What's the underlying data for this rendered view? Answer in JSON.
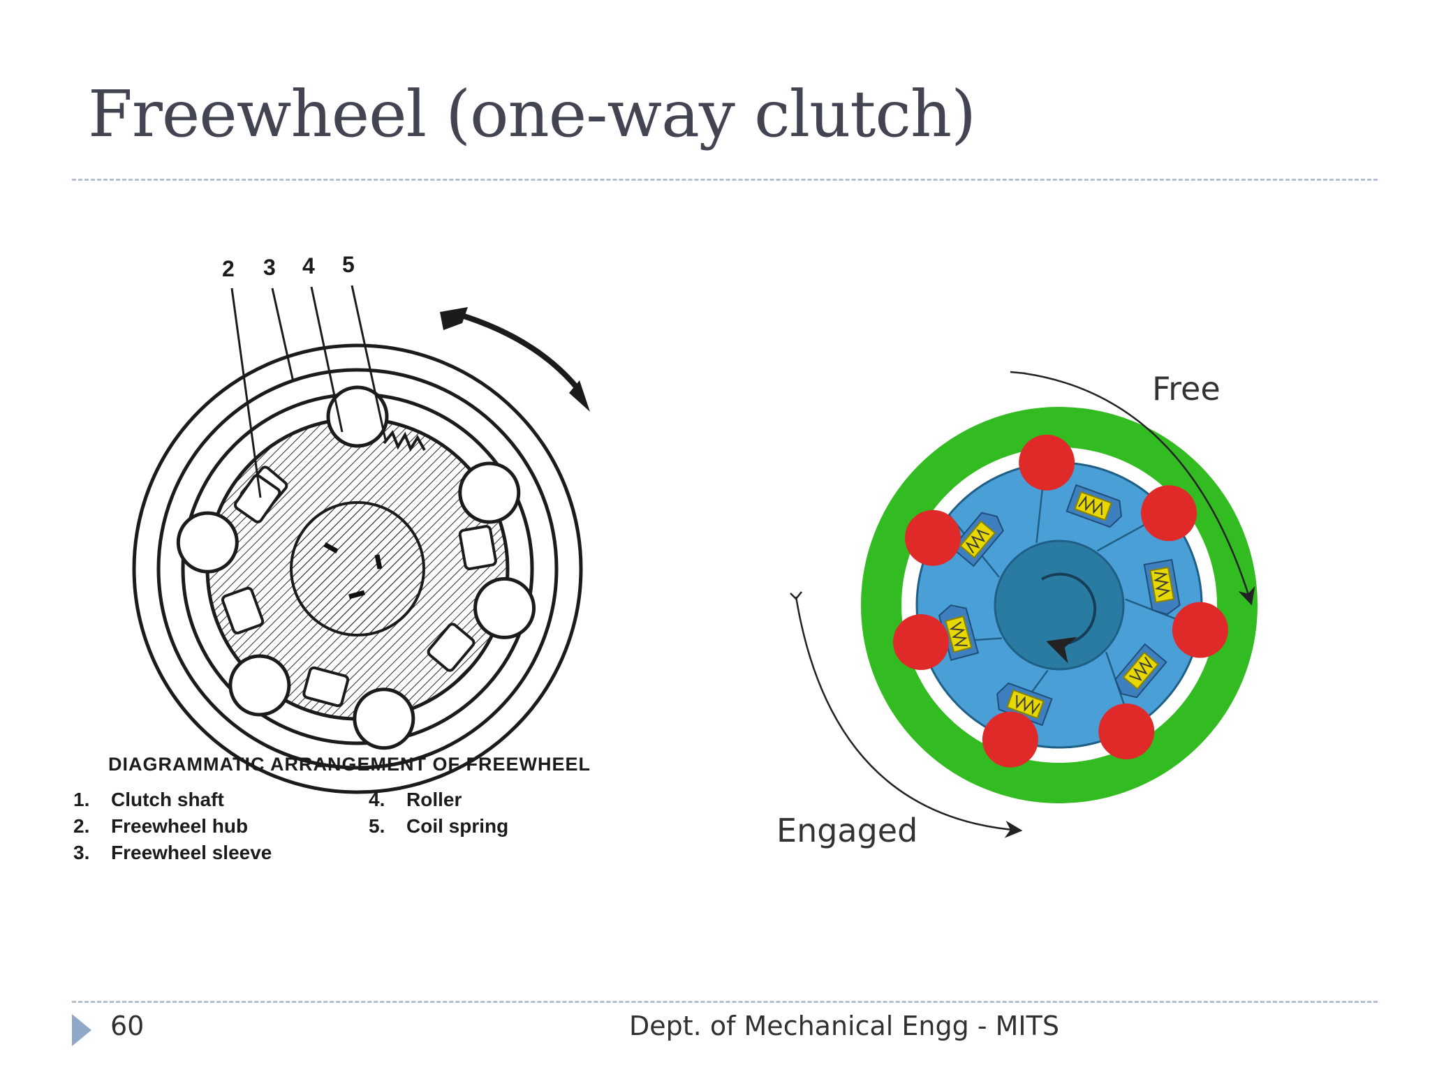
{
  "slide": {
    "title": "Freewheel (one-way clutch)",
    "page_number": "60",
    "footer_text": "Dept. of Mechanical Engg - MITS"
  },
  "left_diagram": {
    "callouts": [
      "2",
      "3",
      "4",
      "5"
    ],
    "caption": "DIAGRAMMATIC ARRANGEMENT OF FREEWHEEL",
    "legend": [
      {
        "num": "1.",
        "label": "Clutch shaft"
      },
      {
        "num": "2.",
        "label": "Freewheel hub"
      },
      {
        "num": "3.",
        "label": "Freewheel sleeve"
      },
      {
        "num": "4.",
        "label": "Roller"
      },
      {
        "num": "5.",
        "label": "Coil spring"
      }
    ]
  },
  "right_diagram": {
    "label_free": "Free",
    "label_engaged": "Engaged"
  },
  "colors": {
    "title": "#434452",
    "rule": "#b4c0cf",
    "footer_arrow": "#8fa8c8",
    "outer_ring": "#33bb22",
    "hub": "#4a9fd6",
    "shaft": "#2a7ba2",
    "roller": "#e02a2a",
    "spring": "#e6d800"
  }
}
